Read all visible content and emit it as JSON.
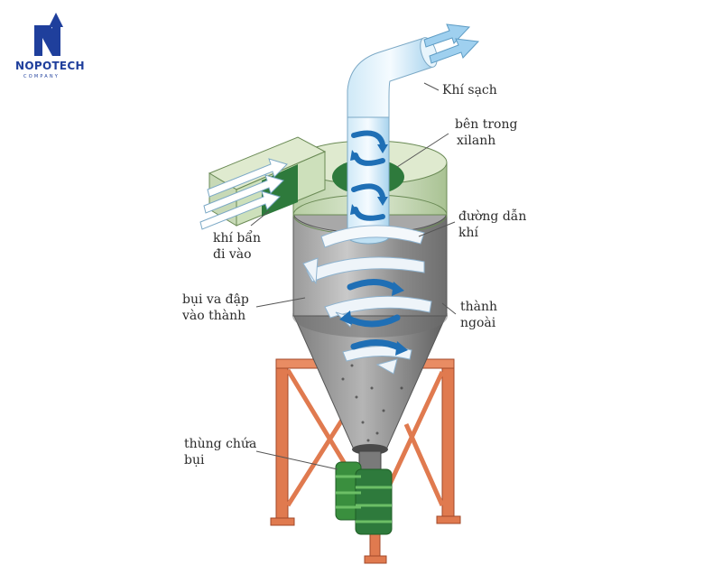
{
  "logo": {
    "name": "NOPOTECH",
    "sub": "COMPANY",
    "color": "#1f3f9c"
  },
  "labels": {
    "clean_air": "Khí sạch",
    "inner_cylinder_1": "bên trong",
    "inner_cylinder_2": "xilanh",
    "gas_path_1": "đường dẫn",
    "gas_path_2": "khí",
    "dirty_air_1": "khí bẩn",
    "dirty_air_2": "đi vào",
    "dust_hit_1": "bụi va đập",
    "dust_hit_2": "vào thành",
    "outer_wall_1": "thành",
    "outer_wall_2": "ngoài",
    "dust_bin_1": "thùng chứa",
    "dust_bin_2": "bụi"
  },
  "colors": {
    "body": "#8c8c8c",
    "green": "#c7d9b6",
    "dark_green": "#2e7a3c",
    "frame": "#e07a4f",
    "air": "#9fd0ef"
  }
}
